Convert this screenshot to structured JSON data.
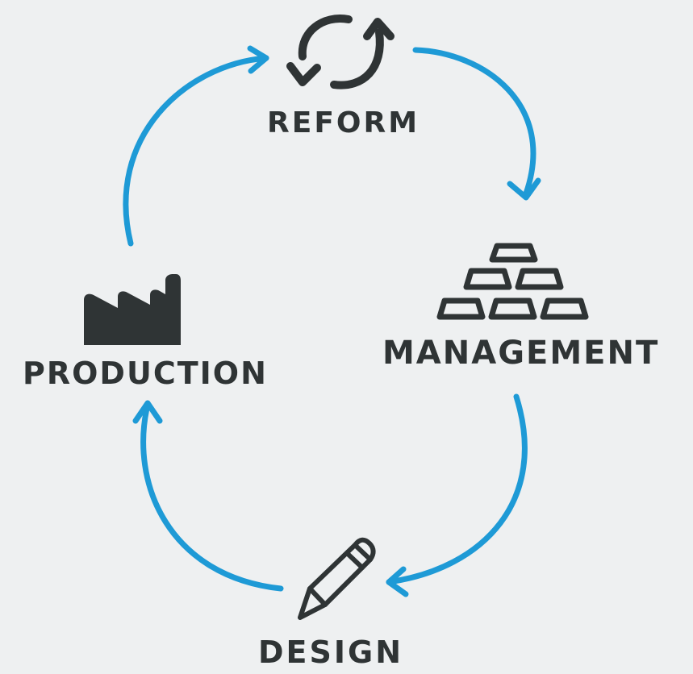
{
  "diagram": {
    "nodes": [
      {
        "id": "reform",
        "label": "REFORM",
        "icon": "refresh-icon"
      },
      {
        "id": "management",
        "label": "MANAGEMENT",
        "icon": "gold-bars-icon"
      },
      {
        "id": "design",
        "label": "DESIGN",
        "icon": "pencil-icon"
      },
      {
        "id": "production",
        "label": "PRODUCTION",
        "icon": "factory-icon"
      }
    ],
    "edges": [
      {
        "from": "reform",
        "to": "management"
      },
      {
        "from": "management",
        "to": "design"
      },
      {
        "from": "design",
        "to": "production"
      },
      {
        "from": "production",
        "to": "reform"
      }
    ],
    "colors": {
      "background": "#eef0f1",
      "arrow": "#1e9ad6",
      "ink": "#2f3435"
    }
  }
}
